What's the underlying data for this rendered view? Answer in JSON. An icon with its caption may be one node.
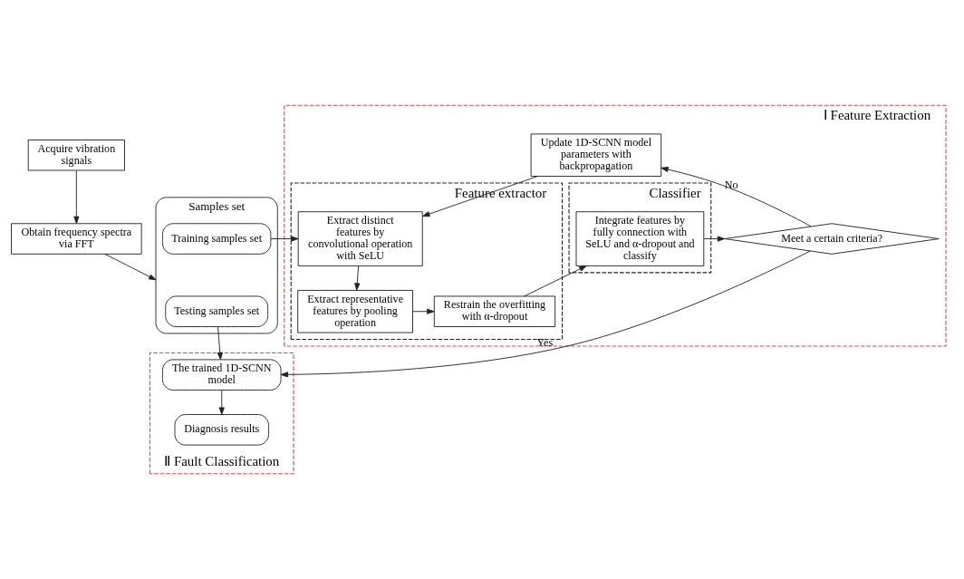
{
  "diagram": {
    "nodes": [
      {
        "text": [
          "Acquire vibration signals"
        ]
      },
      {
        "text": [
          "Obtain frequency spectra via FFT"
        ]
      },
      {
        "text": [
          "Samples set"
        ]
      },
      {
        "text": [
          "Testing samples set"
        ],
        "in": 2
      },
      {
        "text": [
          "Training samples set"
        ],
        "in": 2
      },
      {
        "text": [
          "Ⅰ Feature Extraction"
        ]
      },
      {
        "text": [
          "Update 1D-SCNN model parameters with backpropagation"
        ],
        "in": 5
      },
      {
        "text": [
          "Feature extractor"
        ],
        "in": 5
      },
      {
        "text": [
          "Extract distinct features by convolutional operation with SeLU"
        ],
        "in": 7
      },
      {
        "text": [
          "Extract representative features by pooling operation"
        ],
        "in": 7
      },
      {
        "text": [
          "Classifier"
        ],
        "in": 5
      },
      {
        "text": [
          "Integrate features by fully connection with SeLU and α-dropout and classify"
        ],
        "in": 10
      },
      {
        "text": [
          "Restrain the overfitting with α-dropout"
        ],
        "in": 7
      },
      {
        "text": [
          "Meet a certain criteria?"
        ],
        "in": 5
      },
      {
        "text": [
          "Ⅱ Fault Classification"
        ]
      },
      {
        "text": [
          "The trained 1D-SCNN model"
        ],
        "in": 14
      },
      {
        "text": [
          "Diagnosis results"
        ],
        "in": 14
      }
    ],
    "edges": [
      {
        "from": 0,
        "to": 1,
        "arrow": "to"
      },
      {
        "from": 1,
        "to": 2,
        "arrow": "to"
      },
      {
        "from": 4,
        "to": 8,
        "arrow": "to"
      },
      {
        "from": 6,
        "to": 8,
        "arrow": "to"
      },
      {
        "from": 8,
        "to": 9,
        "arrow": "to"
      },
      {
        "from": 9,
        "to": 12,
        "arrow": "to"
      },
      {
        "from": 12,
        "to": 11,
        "arrow": "to"
      },
      {
        "from": 11,
        "to": 13,
        "arrow": "to"
      },
      {
        "from": 13,
        "to": 6,
        "arrow": "to",
        "label": "No"
      },
      {
        "from": 13,
        "to": 15,
        "arrow": "to",
        "label": "Yes"
      },
      {
        "from": 3,
        "to": 15,
        "arrow": "to"
      },
      {
        "from": 15,
        "to": 16,
        "arrow": "to"
      }
    ]
  }
}
